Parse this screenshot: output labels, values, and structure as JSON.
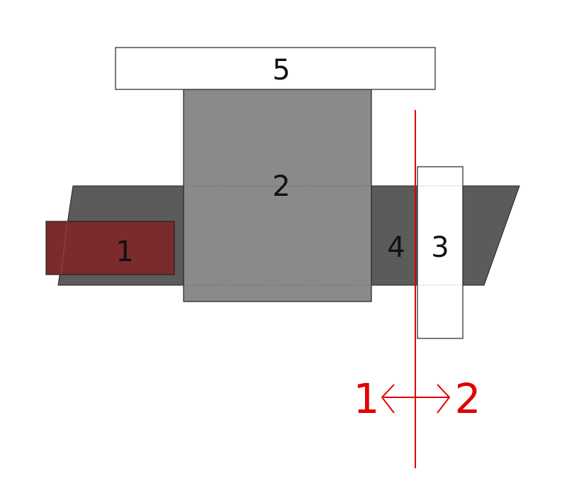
{
  "labels": {
    "part1": "1",
    "part2": "2",
    "part3": "3",
    "part4": "4",
    "part5": "5",
    "side_left": "1",
    "side_right": "2"
  },
  "colors": {
    "workpiece": "#5b5b5b",
    "part1": "#7b2b2b",
    "part2": "#8a8a8a",
    "part3": "#ffffff",
    "part5": "#ffffff",
    "cut_line": "#e00000"
  }
}
